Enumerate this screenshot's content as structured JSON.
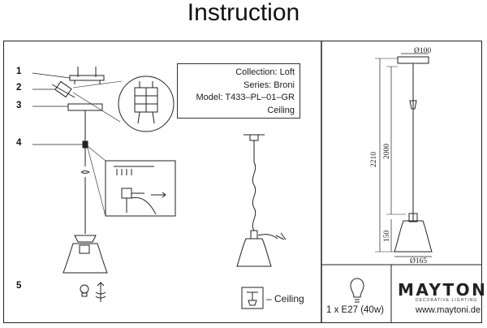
{
  "page": {
    "title": "Instruction"
  },
  "info_box": {
    "collection": "Collection: Loft",
    "series": "Series: Broni",
    "model": "Model: T433–PL–01–GR",
    "mount": "Ceiling"
  },
  "steps": [
    "1",
    "2",
    "3",
    "4",
    "5"
  ],
  "legend": {
    "ceiling_label": "– Ceiling"
  },
  "dimensions": {
    "canopy_diameter": "Ø100",
    "overall_height": "2210",
    "cable_length": "2000",
    "shade_height": "150",
    "shade_diameter": "Ø165"
  },
  "spec": {
    "lamp": "1 x E27 (40w)"
  },
  "brand": {
    "name": "MAYTONi",
    "tagline": "DECORATIVE LIGHTING",
    "website": "www.maytoni.de"
  },
  "colors": {
    "line": "#222222",
    "background": "#ffffff"
  }
}
